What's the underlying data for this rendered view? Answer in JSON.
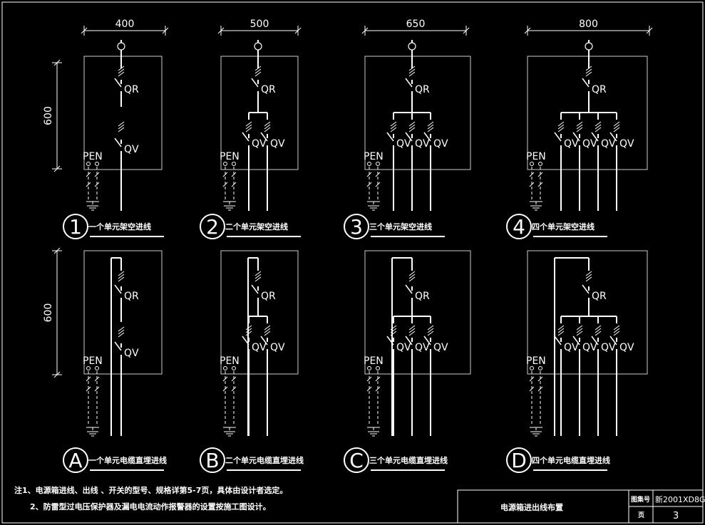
{
  "colors": {
    "background": "#000000",
    "line": "#ffffff",
    "thin": "#cccccc"
  },
  "labels": {
    "main_switch": "QR",
    "branch_switch": "QV",
    "pen": "PEN"
  },
  "top_row": [
    {
      "letter": "1",
      "caption": "一个单元架空进线",
      "units": 1,
      "width_dim": "400",
      "height_dim": "600"
    },
    {
      "letter": "2",
      "caption": "二个单元架空进线",
      "units": 2,
      "width_dim": "500"
    },
    {
      "letter": "3",
      "caption": "三个单元架空进线",
      "units": 3,
      "width_dim": "650"
    },
    {
      "letter": "4",
      "caption": "四个单元架空进线",
      "units": 4,
      "width_dim": "800"
    }
  ],
  "bottom_row": [
    {
      "letter": "A",
      "caption": "一个单元电缆直埋进线",
      "units": 1,
      "height_dim": "600"
    },
    {
      "letter": "B",
      "caption": "二个单元电缆直埋进线",
      "units": 2
    },
    {
      "letter": "C",
      "caption": "三个单元电缆直埋进线",
      "units": 3
    },
    {
      "letter": "D",
      "caption": "四个单元电缆直埋进线",
      "units": 4
    }
  ],
  "notes": [
    "注1、电源箱进线、出线 、开关的型号、规格详第5-7页，具体由设计者选定。",
    "2、防雷型过电压保护器及漏电电流动作报警器的设置按施工图设计。"
  ],
  "title_block": {
    "title": "电源箱进出线布置",
    "atlas_label": "图集号",
    "atlas_no": "新2001XD8G",
    "page_label": "页",
    "page_no": "3"
  }
}
